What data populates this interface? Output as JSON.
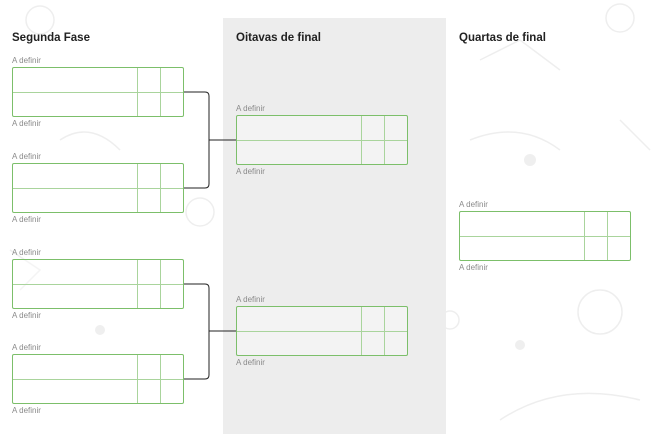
{
  "rounds": {
    "round1": "Segunda Fase",
    "round2": "Oitavas de final",
    "round3": "Quartas de final"
  },
  "matches": {
    "r1": [
      {
        "team_a": "A definir",
        "team_b": "A definir"
      },
      {
        "team_a": "A definir",
        "team_b": "A definir"
      },
      {
        "team_a": "A definir",
        "team_b": "A definir"
      },
      {
        "team_a": "A definir",
        "team_b": "A definir"
      }
    ],
    "r2": [
      {
        "team_a": "A definir",
        "team_b": "A definir"
      },
      {
        "team_a": "A definir",
        "team_b": "A definir"
      }
    ],
    "r3": [
      {
        "team_a": "A definir",
        "team_b": "A definir"
      }
    ]
  },
  "colors": {
    "accent": "#7cbf6a",
    "middle_column": "#ededed",
    "connector": "#222222"
  }
}
